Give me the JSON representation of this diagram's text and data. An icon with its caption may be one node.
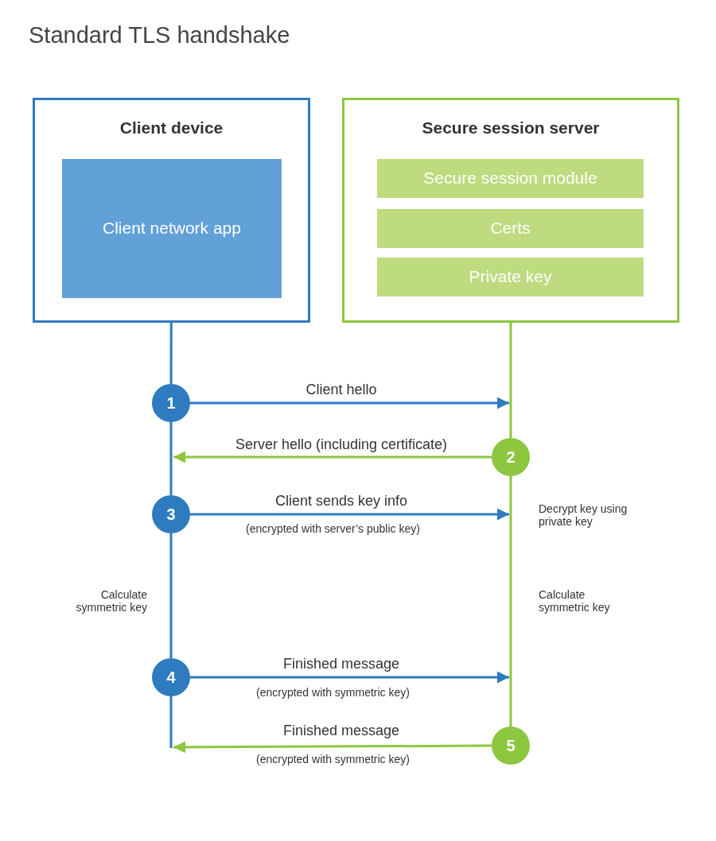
{
  "diagram": {
    "title": "Standard TLS handshake",
    "nodes": [
      {
        "text": [
          "Client device"
        ]
      },
      {
        "text": [
          "Client network app"
        ],
        "in": 0
      },
      {
        "text": [
          "Secure session server"
        ]
      },
      {
        "text": [
          "Secure session module"
        ],
        "in": 2
      },
      {
        "text": [
          "Certs"
        ],
        "in": 2
      },
      {
        "text": [
          "Private key"
        ],
        "in": 2
      },
      {
        "text": [
          "1"
        ]
      },
      {
        "text": [
          "2"
        ]
      },
      {
        "text": [
          "3"
        ]
      },
      {
        "text": [
          "4"
        ]
      },
      {
        "text": [
          "5"
        ]
      }
    ],
    "edges": [
      {
        "from": 0,
        "to": 6,
        "arrow": "none"
      },
      {
        "from": 6,
        "to": 8,
        "arrow": "none"
      },
      {
        "from": 8,
        "to": 9,
        "arrow": "none"
      },
      {
        "from": 9,
        "to": null,
        "arrow": "none"
      },
      {
        "from": 2,
        "to": 7,
        "arrow": "none",
        "color": "#8dc63f"
      },
      {
        "from": 7,
        "to": 10,
        "arrow": "none",
        "color": "#8dc63f"
      },
      {
        "from": 6,
        "to": null,
        "arrow": "to",
        "label": "Client hello"
      },
      {
        "from": 7,
        "to": null,
        "arrow": "to",
        "label": "Server hello (including certificate)",
        "color": "#8dc63f"
      },
      {
        "from": 8,
        "to": null,
        "arrow": "to",
        "label": "Client sends key info"
      },
      {
        "from": 9,
        "to": null,
        "arrow": "to",
        "label": "Finished message"
      },
      {
        "from": 10,
        "to": null,
        "arrow": "to",
        "label": "Finished message",
        "color": "#8dc63f"
      }
    ],
    "labels": [
      "Decrypt key using private key",
      "(encrypted with server’s public key)",
      "Calculate symmetric key",
      "Calculate symmetric key",
      "(encrypted with symmetric key)",
      "(encrypted with symmetric key)"
    ]
  }
}
